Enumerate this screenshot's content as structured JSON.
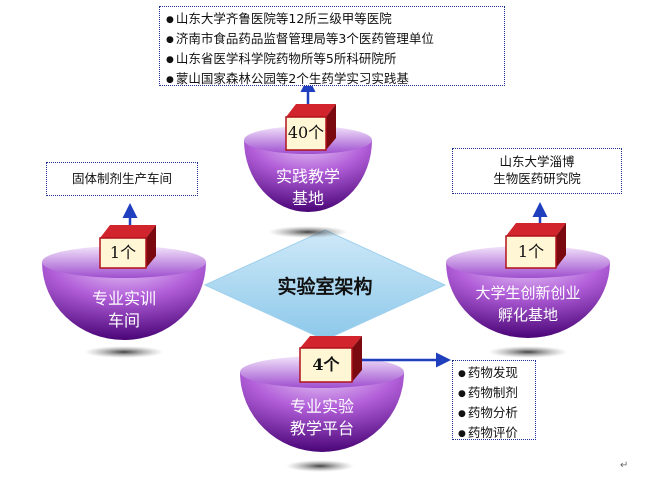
{
  "center": {
    "title": "实验室架构",
    "color": "#a8d6f0"
  },
  "nodes": {
    "practice": {
      "label_line1": "实践教学",
      "label_line2": "基地",
      "count": "40个",
      "notes": [
        "山东大学齐鲁医院等12所三级甲等医院",
        "济南市食品药品监督管理局等3个医药管理单位",
        "山东省医学科学院药物所等5所科研院所",
        "蒙山国家森林公园等2个生药学实习实践基"
      ]
    },
    "workshop": {
      "label_line1": "专业实训",
      "label_line2": "车间",
      "count": "1个",
      "note": "固体制剂生产车间"
    },
    "incubator": {
      "label_line1": "大学生创新创业",
      "label_line2": "孵化基地",
      "count": "1个",
      "note_line1": "山东大学淄博",
      "note_line2": "生物医药研究院"
    },
    "platform": {
      "label_line1": "专业实验",
      "label_line2": "教学平台",
      "count": "4个",
      "notes": [
        "药物发现",
        "药物制剂",
        "药物分析",
        "药物评价"
      ]
    }
  },
  "colors": {
    "bowl_dark": "#5a0a8c",
    "bowl_light": "#c98be8",
    "cube_red": "#b0121a",
    "cube_face": "#fff6d6",
    "arrow_blue": "#1f3fbf",
    "note_border": "#1e2d8f"
  },
  "return_mark": "↵"
}
